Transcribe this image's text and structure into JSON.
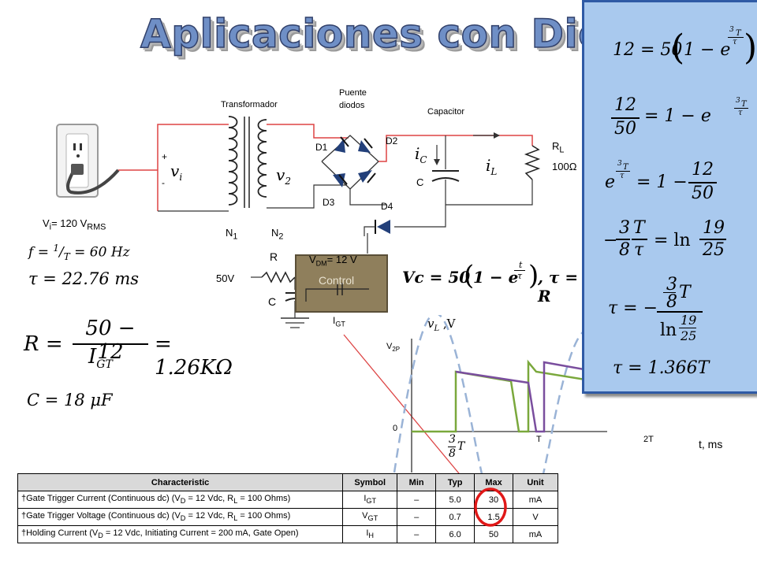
{
  "title": "Aplicaciones con Diodos",
  "circuit": {
    "transformer_label": "Transformador",
    "bridge_label_1": "Puente",
    "bridge_label_2": "diodos",
    "capacitor_label": "Capacitor",
    "plus": "+",
    "minus": "-",
    "vi": "v",
    "vi_sub": "i",
    "v2": "v",
    "v2_sub": "2",
    "n1": "N",
    "n1_sub": "1",
    "n2": "N",
    "n2_sub": "2",
    "d1": "D1",
    "d2": "D2",
    "d3": "D3",
    "d4": "D4",
    "ic": "i",
    "ic_sub": "C",
    "il": "i",
    "il_sub": "L",
    "c_label": "C",
    "rl": "R",
    "rl_sub": "L",
    "rl_value": "100Ω",
    "vi_rms_pre": "V",
    "vi_rms_sub": "i",
    "vi_rms_val": "= 120 V",
    "vi_rms_unit": "RMS",
    "r_label": "R",
    "v50": "50V",
    "c2_label": "C",
    "vdm_pre": "V",
    "vdm_sub": "DM",
    "vdm_val": "= 12 V",
    "control_label": "Control",
    "igt_pre": "I",
    "igt_sub": "GT"
  },
  "left_eqs": {
    "f": "f = ",
    "f_frac_num": "1",
    "f_frac_den": "T",
    "f_val": " = 60 Hz",
    "tau": "τ = 22.76 ms",
    "r_lhs": "R =",
    "r_num": "50 − 12",
    "r_den": "I",
    "r_den_sub": "GT",
    "r_rhs": "= 1.26KΩ",
    "c": "C = 18 μF"
  },
  "vc_eq": {
    "lhs": "Vc = 50",
    "paren_open": "(",
    "one_minus": "1 − e",
    "exp_num": "t",
    "exp_den": "τ",
    "paren_close": ")",
    "tail": ", τ = R"
  },
  "panel": {
    "eq1_lhs": "12 = 50",
    "eq1_inner": "1 − e",
    "eq2_num": "12",
    "eq2_den": "50",
    "eq2_rhs": "= 1 − e",
    "eq3_lhs": "e",
    "eq3_rhs": "= 1 −",
    "eq3_num": "12",
    "eq3_den": "50",
    "eq4_minus": "−",
    "eq4_num": "T",
    "eq4_den": "τ",
    "eq4_rhs": "= ln",
    "eq4_ln_num": "19",
    "eq4_ln_den": "25",
    "eq5_lhs": "τ = −",
    "eq5_den": "ln",
    "eq5_ln_num": "19",
    "eq5_ln_den": "25",
    "frac38_num": "3",
    "frac38_den": "8",
    "t": "T",
    "tau_sym": "τ",
    "eq6": "τ = 1.366T"
  },
  "graph": {
    "y_label": "v",
    "y_label_sub": "L",
    "y_unit": " ,V",
    "v2p": "V",
    "v2p_sub": "2P",
    "zero": "0",
    "t_tick": "T",
    "t2_tick": "2T",
    "x_label": "t, ms",
    "frac_num": "3",
    "frac_den": "8",
    "frac_t": "T",
    "colors": {
      "ripple": "#7a4e9e",
      "pulse": "#7aa83c",
      "sine": "#9ab3d6"
    }
  },
  "table": {
    "headers": [
      "Characteristic",
      "Symbol",
      "Min",
      "Typ",
      "Max",
      "Unit"
    ],
    "rows": [
      {
        "char": "†Gate Trigger Current (Continuous dc) (V",
        "char_sub": "D",
        "char_tail": " = 12 Vdc, R",
        "char_sub2": "L",
        "char_tail2": " = 100 Ohms)",
        "sym": "I",
        "sym_sub": "GT",
        "min": "–",
        "typ": "5.0",
        "max": "30",
        "unit": "mA"
      },
      {
        "char": "†Gate Trigger Voltage (Continuous dc) (V",
        "char_sub": "D",
        "char_tail": " = 12 Vdc, R",
        "char_sub2": "L",
        "char_tail2": " = 100 Ohms)",
        "sym": "V",
        "sym_sub": "GT",
        "min": "–",
        "typ": "0.7",
        "max": "1.5",
        "unit": "V"
      },
      {
        "char": "†Holding Current (V",
        "char_sub": "D",
        "char_tail": " = 12 Vdc, Initiating Current = 200 mA, Gate Open)",
        "char_sub2": "",
        "char_tail2": "",
        "sym": "I",
        "sym_sub": "H",
        "min": "–",
        "typ": "6.0",
        "max": "50",
        "unit": "mA"
      }
    ]
  }
}
